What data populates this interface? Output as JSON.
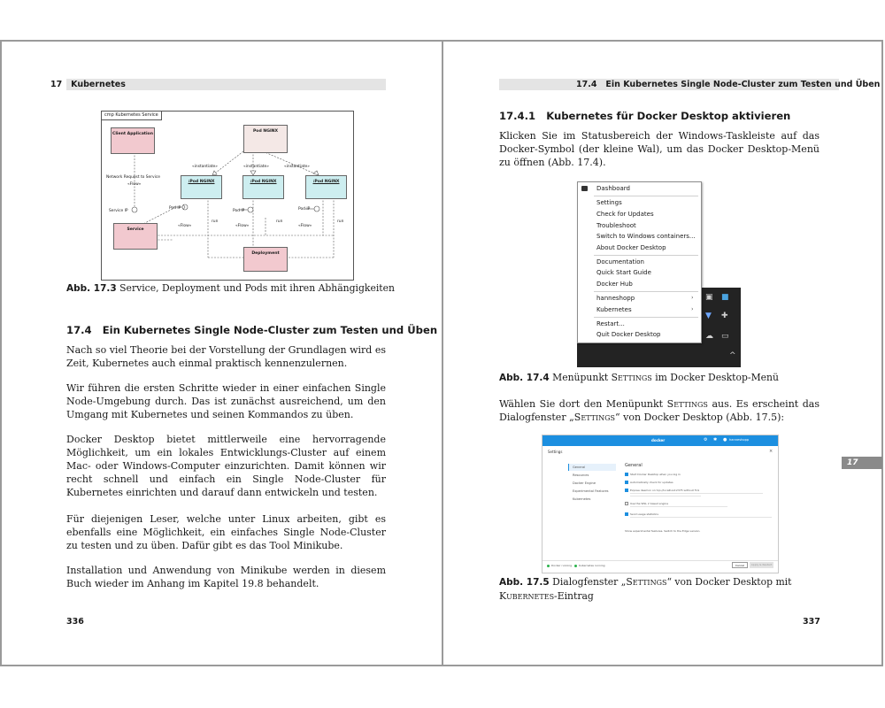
{
  "left_page": {
    "header": {
      "chapter_number": "17",
      "chapter_title": "Kubernetes"
    },
    "figure_uml": {
      "frame_label": "cmp Kubernetes Service",
      "boxes": {
        "client": "Client Application",
        "pod_top": "Pod NGINX",
        "pod_1": ":Pod NGINX",
        "pod_2": ":Pod NGINX",
        "pod_3": ":Pod NGINX",
        "service": "Service",
        "deployment": "Deployment"
      },
      "labels": {
        "network_request": "Network Request to Service",
        "flow_top": "«Flow»",
        "instantiate_1": "«instantiate»",
        "instantiate_2": "«instantiate»",
        "instantiate_3": "«instantiate»",
        "service_ip": "Service IP",
        "pod_ip_1": "Pod IP",
        "pod_ip_2": "Pod IP",
        "pod_ip_3": "Pod IP",
        "flow_1": "«Flow»",
        "flow_2": "«Flow»",
        "flow_3": "«Flow»",
        "run_1": "run",
        "run_2": "run",
        "run_3": "run"
      }
    },
    "caption_173": {
      "label": "Abb. 17.3",
      "text": "Service, Deployment und Pods mit ihren Abhängigkeiten"
    },
    "section_heading": {
      "number": "17.4",
      "title": "Ein Kubernetes Single Node-Cluster zum Testen und Üben"
    },
    "paragraphs": [
      "Nach so viel Theorie bei der Vorstellung der Grundlagen wird es Zeit, Kubernetes auch einmal praktisch kennenzulernen.",
      "Wir führen die ersten Schritte wieder in einer einfachen Single Node-Umgebung durch. Das ist zunächst ausreichend, um den Umgang mit Kubernetes und seinen Kommandos zu üben.",
      "Docker Desktop bietet mittlerweile eine hervorragende Möglichkeit, um ein lokales Entwicklungs-Cluster auf einem Mac- oder Windows-Computer einzurichten. Damit können wir recht schnell und einfach ein Single Node-Cluster für Kubernetes einrichten und darauf dann entwickeln und testen.",
      "Für diejenigen Leser, welche unter Linux arbeiten, gibt es ebenfalls eine Möglichkeit, ein einfaches Single Node-Cluster zu testen und zu üben. Dafür gibt es das Tool Minikube.",
      "Installation und Anwendung von Minikube werden in diesem Buch wieder im Anhang im Kapitel 19.8 behandelt."
    ],
    "page_number": "336"
  },
  "right_page": {
    "header": {
      "section_number": "17.4",
      "section_title": "Ein Kubernetes Single Node-Cluster zum Testen und Üben"
    },
    "subsection_heading": {
      "number": "17.4.1",
      "title": "Kubernetes für Docker Desktop aktivieren"
    },
    "paragraph_1": "Klicken Sie im Statusbereich der Windows-Taskleiste auf das Docker-Symbol (der kleine Wal), um das Docker Desktop-Menü zu öffnen (Abb. 17.4).",
    "docker_menu": {
      "items": [
        "Dashboard",
        "Settings",
        "Check for Updates",
        "Troubleshoot",
        "Switch to Windows containers...",
        "About Docker Desktop",
        "Documentation",
        "Quick Start Guide",
        "Docker Hub",
        "hanneshopp",
        "Kubernetes",
        "Restart...",
        "Quit Docker Desktop"
      ],
      "submenu_arrow": "›",
      "tray_chevron": "^"
    },
    "caption_174": {
      "label": "Abb. 17.4",
      "text_before": "Menüpunkt",
      "smallcaps": "Settings",
      "text_after": "im Docker Desktop-Menü"
    },
    "paragraph_2": {
      "part1": "Wählen Sie dort den Menüpunkt",
      "smallcaps1": "Settings",
      "part2": "aus. Es erscheint das Dialogfenster „",
      "smallcaps2": "Settings",
      "part3": "“ von Docker Desktop (Abb. 17.5):"
    },
    "settings_window": {
      "brand": "docker",
      "user": "hanneshopp",
      "heading": "Settings",
      "close": "×",
      "sidebar": [
        "General",
        "Resources",
        "Docker Engine",
        "Experimental Features",
        "Kubernetes"
      ],
      "section_title": "General",
      "options": [
        "Start Docker Desktop when you log in",
        "Automatically check for updates",
        "Expose daemon on tcp://localhost:2375 without TLS",
        "Use the WSL 2 based engine",
        "Send usage statistics"
      ],
      "footer_link": "Show experimental features. Switch to the Edge version.",
      "status_1": "Docker running",
      "status_2": "Kubernetes running",
      "buttons": [
        "Cancel",
        "Apply & Restart"
      ]
    },
    "caption_175": {
      "label": "Abb. 17.5",
      "text_before": "Dialogfenster „",
      "smallcaps1": "Settings",
      "text_mid": "“ von Docker Desktop mit",
      "smallcaps2": "Kubernetes",
      "text_after": "-Eintrag"
    },
    "page_number": "337",
    "thumb_tab": "17"
  },
  "colors": {
    "header_bar": "#e4e4e4",
    "uml_pink": "#f2c9cf",
    "uml_teal": "#cdeef0",
    "docker_blue": "#1c8fe0",
    "tab_gray": "#8a8a8a"
  }
}
